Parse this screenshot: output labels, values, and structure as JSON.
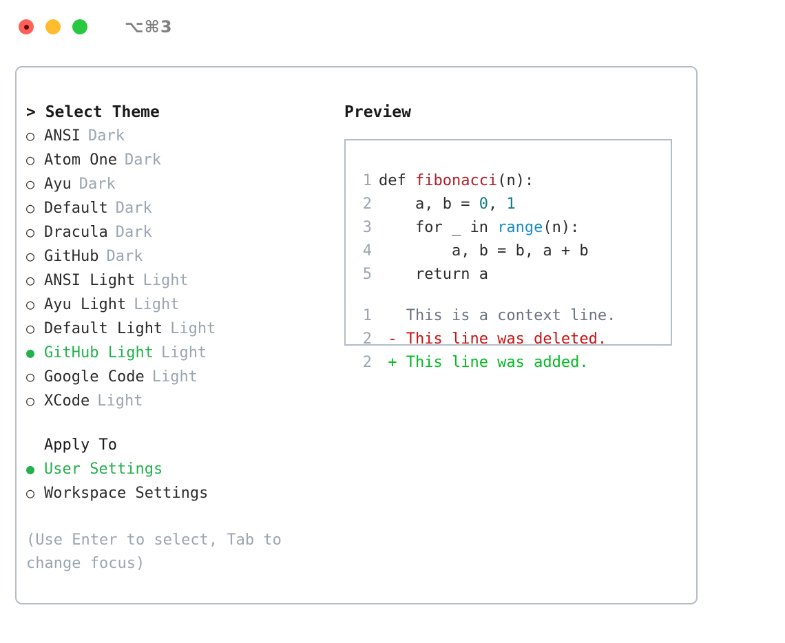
{
  "titlebar": {
    "shortcut": "⌥⌘3",
    "buttons": [
      {
        "name": "close",
        "color": "#ff5f57"
      },
      {
        "name": "minimize",
        "color": "#febc2e"
      },
      {
        "name": "maximize",
        "color": "#28c840"
      }
    ]
  },
  "theme_picker": {
    "header": "> Select Theme",
    "bullet_unselected": "○",
    "bullet_selected": "●",
    "items": [
      {
        "label": "ANSI",
        "kind": "Dark",
        "selected": false
      },
      {
        "label": "Atom One",
        "kind": "Dark",
        "selected": false
      },
      {
        "label": "Ayu",
        "kind": "Dark",
        "selected": false
      },
      {
        "label": "Default",
        "kind": "Dark",
        "selected": false
      },
      {
        "label": "Dracula",
        "kind": "Dark",
        "selected": false
      },
      {
        "label": "GitHub",
        "kind": "Dark",
        "selected": false
      },
      {
        "label": "ANSI Light",
        "kind": "Light",
        "selected": false
      },
      {
        "label": "Ayu Light",
        "kind": "Light",
        "selected": false
      },
      {
        "label": "Default Light",
        "kind": "Light",
        "selected": false
      },
      {
        "label": "GitHub Light",
        "kind": "Light",
        "selected": true
      },
      {
        "label": "Google Code",
        "kind": "Light",
        "selected": false
      },
      {
        "label": "XCode",
        "kind": "Light",
        "selected": false
      }
    ]
  },
  "apply_to": {
    "header": "Apply To",
    "items": [
      {
        "label": "User Settings",
        "selected": true
      },
      {
        "label": "Workspace Settings",
        "selected": false
      }
    ]
  },
  "hint": "(Use Enter to select, Tab to change focus)",
  "preview": {
    "title": "Preview",
    "code_lines": [
      {
        "num": "1",
        "tokens": [
          {
            "text": "def ",
            "style": "plain"
          },
          {
            "text": "fibonacci",
            "style": "fn"
          },
          {
            "text": "(n):",
            "style": "plain"
          }
        ]
      },
      {
        "num": "2",
        "tokens": [
          {
            "text": "    a, b = ",
            "style": "plain"
          },
          {
            "text": "0",
            "style": "num"
          },
          {
            "text": ", ",
            "style": "plain"
          },
          {
            "text": "1",
            "style": "num"
          }
        ]
      },
      {
        "num": "3",
        "tokens": [
          {
            "text": "    for _ in ",
            "style": "plain"
          },
          {
            "text": "range",
            "style": "blue"
          },
          {
            "text": "(n):",
            "style": "plain"
          }
        ]
      },
      {
        "num": "4",
        "tokens": [
          {
            "text": "        a, b = b, a + b",
            "style": "plain"
          }
        ]
      },
      {
        "num": "5",
        "tokens": [
          {
            "text": "    return a",
            "style": "plain"
          }
        ]
      }
    ],
    "diff_lines": [
      {
        "num": "1",
        "marker": " ",
        "text": "This is a context line.",
        "kind": "context"
      },
      {
        "num": "2",
        "marker": "-",
        "text": "This line was deleted.",
        "kind": "deleted"
      },
      {
        "num": "2",
        "marker": "+",
        "text": "This line was added.",
        "kind": "added"
      }
    ]
  },
  "colors": {
    "selected_green": "#22b14c",
    "muted": "#9aa5b1",
    "border": "#b3bcc7",
    "fn_red": "#b31d28",
    "num_teal": "#0e7c86",
    "builtin_blue": "#1a8cc8",
    "diff_delete": "#cc1111",
    "diff_add": "#00bb22"
  }
}
